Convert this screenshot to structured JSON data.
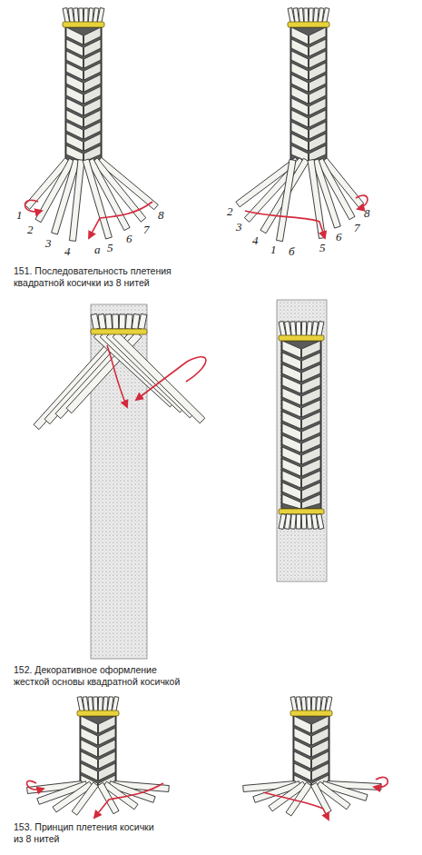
{
  "diagram": {
    "labels": [
      "1",
      "2",
      "3",
      "4",
      "5",
      "6",
      "7",
      "8",
      "а",
      "2",
      "3",
      "4",
      "1",
      "5",
      "6",
      "7",
      "8",
      "б",
      "151. Последовательность плетения квадратной косички из 8 нитей",
      "152. Декоративное оформление жесткой основы квадратной косичкой",
      "153. Принцип плетения косички из 8 нитей"
    ]
  }
}
